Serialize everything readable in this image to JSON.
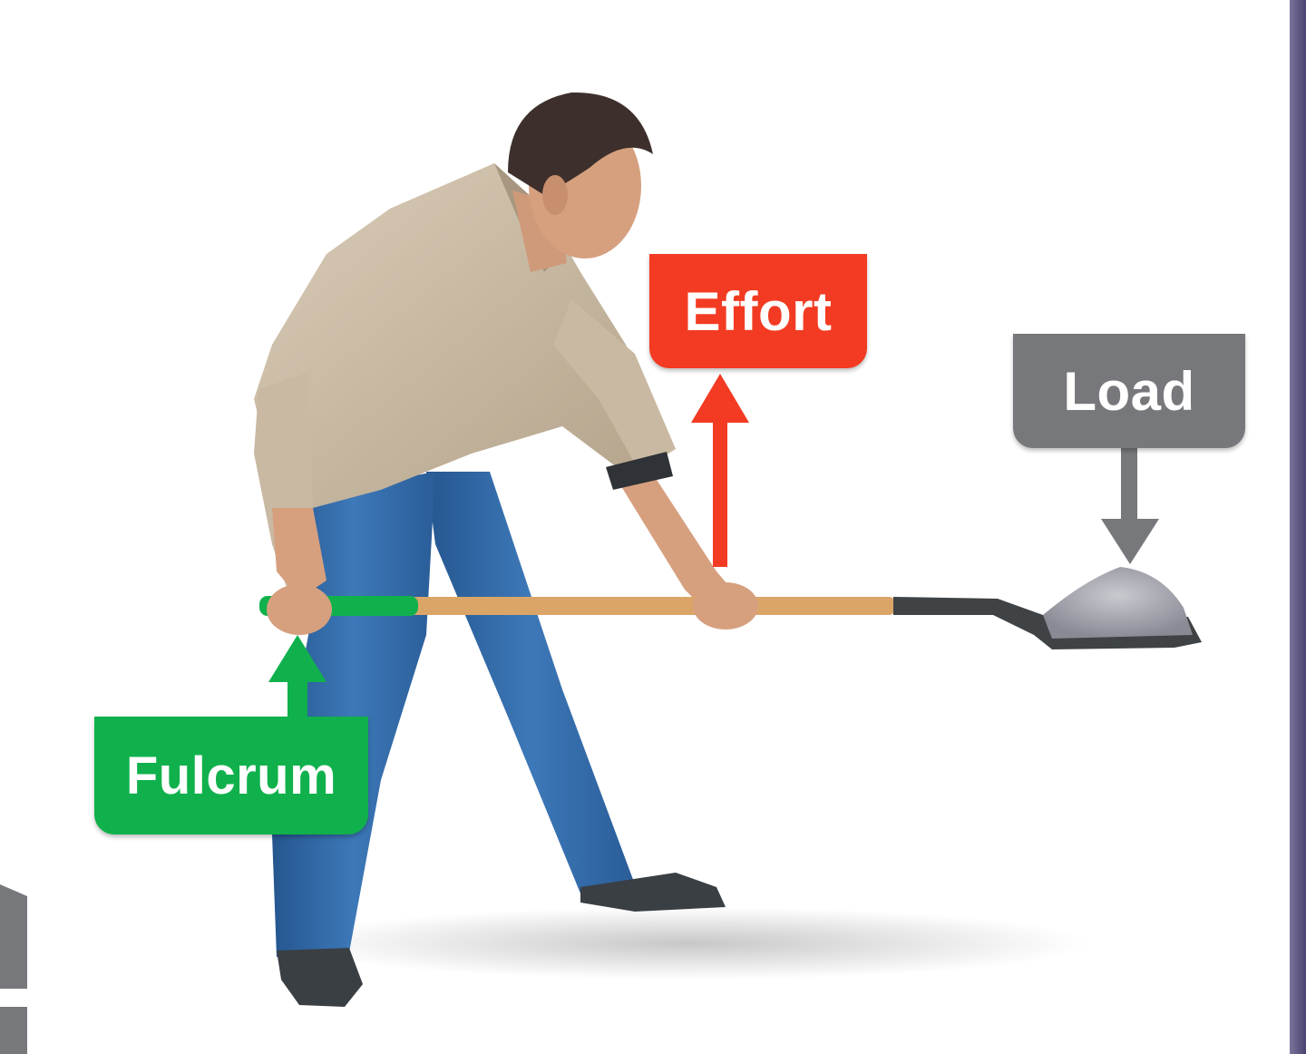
{
  "labels": {
    "effort": "Effort",
    "load": "Load",
    "fulcrum": "Fulcrum"
  },
  "colors": {
    "effort": "#f23b22",
    "load": "#77787b",
    "fulcrum": "#10b14c",
    "shovel_handle": "#dba568",
    "shovel_blade": "#3f4345",
    "shirt": "#c9b9a2",
    "jeans": "#2f66a6",
    "skin": "#d6a07f",
    "hair": "#3d2f2b"
  }
}
